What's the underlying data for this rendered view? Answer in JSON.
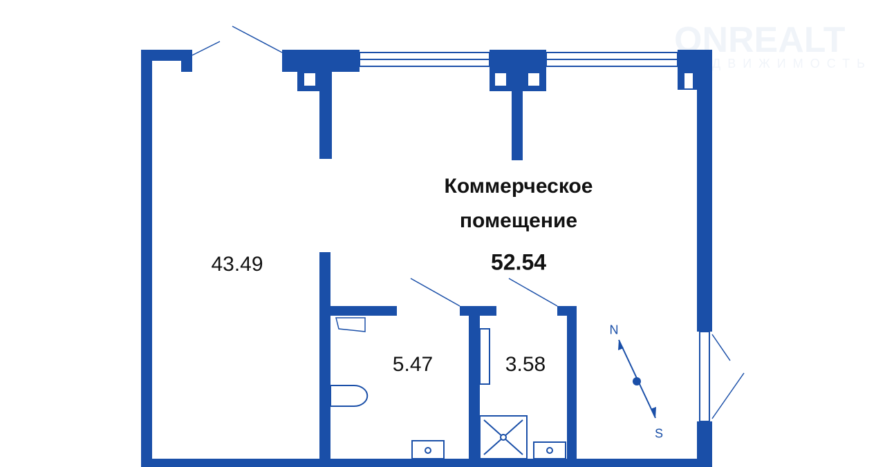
{
  "plan": {
    "main_room_title_line1": "Коммерческое",
    "main_room_title_line2": "помещение",
    "main_room_area": "52.54",
    "left_room_area": "43.49",
    "bathroom1_area": "5.47",
    "bathroom2_area": "3.58"
  },
  "compass": {
    "north": "N",
    "south": "S"
  },
  "watermark": {
    "brand": "ONREALT",
    "subtitle": "НЕДВИЖИМОСТЬ"
  },
  "colors": {
    "wall": "#1a4fa8",
    "text": "#111111"
  }
}
